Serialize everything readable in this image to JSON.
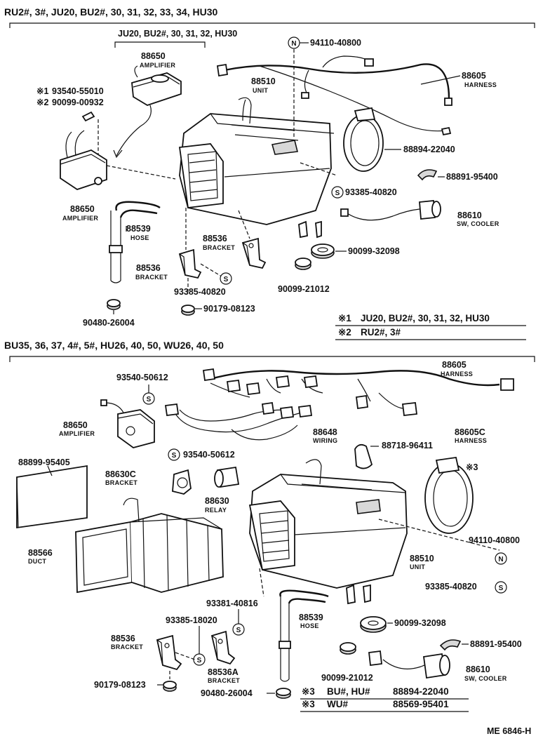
{
  "sections": [
    {
      "applicability": "RU2#, 3#, JU20, BU2#, 30, 31, 32, 33, 34, HU30",
      "sub_applicability": "JU20, BU2#, 30, 31, 32, HU30",
      "parts": [
        {
          "id": "t-amp-a",
          "number": "88650",
          "name": "AMPLIFIER"
        },
        {
          "id": "t-screw1",
          "number": "93540-55010",
          "mark": "※1"
        },
        {
          "id": "t-screw2",
          "number": "90099-00932",
          "mark": "※2"
        },
        {
          "id": "t-amp-b",
          "number": "88650",
          "name": "AMPLIFIER"
        },
        {
          "id": "t-unit",
          "number": "88510",
          "name": "UNIT"
        },
        {
          "id": "t-nut",
          "number": "94110-40800",
          "symbol": "N"
        },
        {
          "id": "t-harness",
          "number": "88605",
          "name": "HARNESS"
        },
        {
          "id": "t-ring",
          "number": "88894-22040"
        },
        {
          "id": "t-clip",
          "number": "88891-95400"
        },
        {
          "id": "t-bolt-r",
          "number": "93385-40820",
          "symbol": "S"
        },
        {
          "id": "t-sw",
          "number": "88610",
          "name": "SW, COOLER"
        },
        {
          "id": "t-hose",
          "number": "88539",
          "name": "HOSE"
        },
        {
          "id": "t-bracket-b",
          "number": "88536",
          "name": "BRACKET"
        },
        {
          "id": "t-bracket-a",
          "number": "88536",
          "name": "BRACKET"
        },
        {
          "id": "t-bolt-l",
          "number": "93385-40820",
          "symbol": "S"
        },
        {
          "id": "t-grom-1",
          "number": "90099-32098"
        },
        {
          "id": "t-grom-2",
          "number": "90099-21012"
        },
        {
          "id": "t-grom-3",
          "number": "90179-08123"
        },
        {
          "id": "t-grom-4",
          "number": "90480-26004"
        }
      ],
      "notes": [
        {
          "mark": "※1",
          "text": "JU20, BU2#, 30, 31, 32, HU30"
        },
        {
          "mark": "※2",
          "text": "RU2#, 3#"
        }
      ]
    },
    {
      "applicability": "BU35, 36, 37, 4#, 5#, HU26, 40, 50, WU26, 40, 50",
      "parts": [
        {
          "id": "b-screw",
          "number": "93540-50612",
          "symbol": "S"
        },
        {
          "id": "b-harness",
          "number": "88605",
          "name": "HARNESS"
        },
        {
          "id": "b-amp",
          "number": "88650",
          "name": "AMPLIFIER"
        },
        {
          "id": "b-wiring",
          "number": "88648",
          "name": "WIRING"
        },
        {
          "id": "b-harness-c",
          "number": "88605C",
          "name": "HARNESS"
        },
        {
          "id": "b-clip-top",
          "number": "88718-96411"
        },
        {
          "id": "b-screw2",
          "number": "93540-50612",
          "symbol": "S"
        },
        {
          "id": "b-panel",
          "number": "88899-95405"
        },
        {
          "id": "b-bracket-c",
          "number": "88630C",
          "name": "BRACKET"
        },
        {
          "id": "b-ring",
          "mark": "※3"
        },
        {
          "id": "b-relay",
          "number": "88630",
          "name": "RELAY"
        },
        {
          "id": "b-duct",
          "number": "88566",
          "name": "DUCT"
        },
        {
          "id": "b-nut",
          "number": "94110-40800",
          "symbol": "N"
        },
        {
          "id": "b-unit",
          "number": "88510",
          "name": "UNIT"
        },
        {
          "id": "b-bolt-r",
          "number": "93385-40820",
          "symbol": "S"
        },
        {
          "id": "b-bolt-a",
          "number": "93381-40816"
        },
        {
          "id": "b-bolt-b",
          "number": "93385-18020"
        },
        {
          "id": "b-hose",
          "number": "88539",
          "name": "HOSE"
        },
        {
          "id": "b-grom-1",
          "number": "90099-32098"
        },
        {
          "id": "b-bracket",
          "number": "88536",
          "name": "BRACKET"
        },
        {
          "id": "b-clip",
          "number": "88891-95400"
        },
        {
          "id": "b-bracket-a",
          "number": "88536A",
          "name": "BRACKET"
        },
        {
          "id": "b-grom-2",
          "number": "90099-21012"
        },
        {
          "id": "b-sw",
          "number": "88610",
          "name": "SW, COOLER"
        },
        {
          "id": "b-grom-3",
          "number": "90179-08123"
        },
        {
          "id": "b-grom-4",
          "number": "90480-26004"
        }
      ],
      "notes": [
        {
          "mark": "※3",
          "text": "BU#, HU#",
          "number": "88894-22040"
        },
        {
          "mark": "※3",
          "text": "WU#",
          "number": "88569-95401"
        }
      ]
    }
  ],
  "figure_id": "ME 6846-H"
}
